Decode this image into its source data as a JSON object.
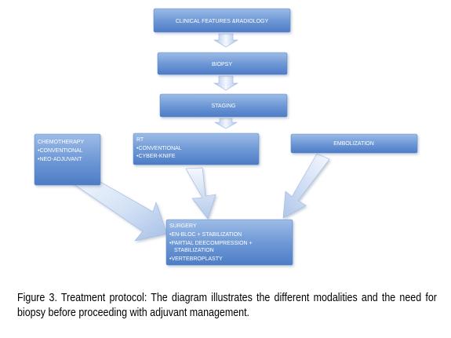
{
  "nodes": {
    "clinical": {
      "title": "CLINICAL FEATURES &RADIOLOGY",
      "items": []
    },
    "biopsy": {
      "title": "BIOPSY",
      "items": []
    },
    "staging": {
      "title": "STAGING",
      "items": []
    },
    "chemotherapy": {
      "title": "CHEMOTHERAPY",
      "items": [
        "•CONVENTIONAL",
        "•NEO-ADJUVANT"
      ]
    },
    "rt": {
      "title": "RT",
      "items": [
        "•CONVENTIONAL",
        "•CYBER-KNIFE"
      ]
    },
    "embolization": {
      "title": "EMBOLIZATION",
      "items": []
    },
    "surgery": {
      "title": "SURGERY",
      "items": [
        "•EN-BLOC + STABILIZATION",
        "•PARTIAL DEECOMPRESSION +",
        "STABILIZATION",
        "•VERTEBROPLASTY"
      ]
    }
  },
  "caption": {
    "text": "Figure 3. Treatment protocol: The diagram illustrates the different modalities and the need for biopsy before proceeding with adjuvant management."
  },
  "colors": {
    "box_top": "#8fb1e0",
    "box_bottom": "#4f7fc9",
    "arrow_light": "#f3f7fd",
    "arrow_dark": "#b9cdec",
    "text": "#ffffff"
  }
}
